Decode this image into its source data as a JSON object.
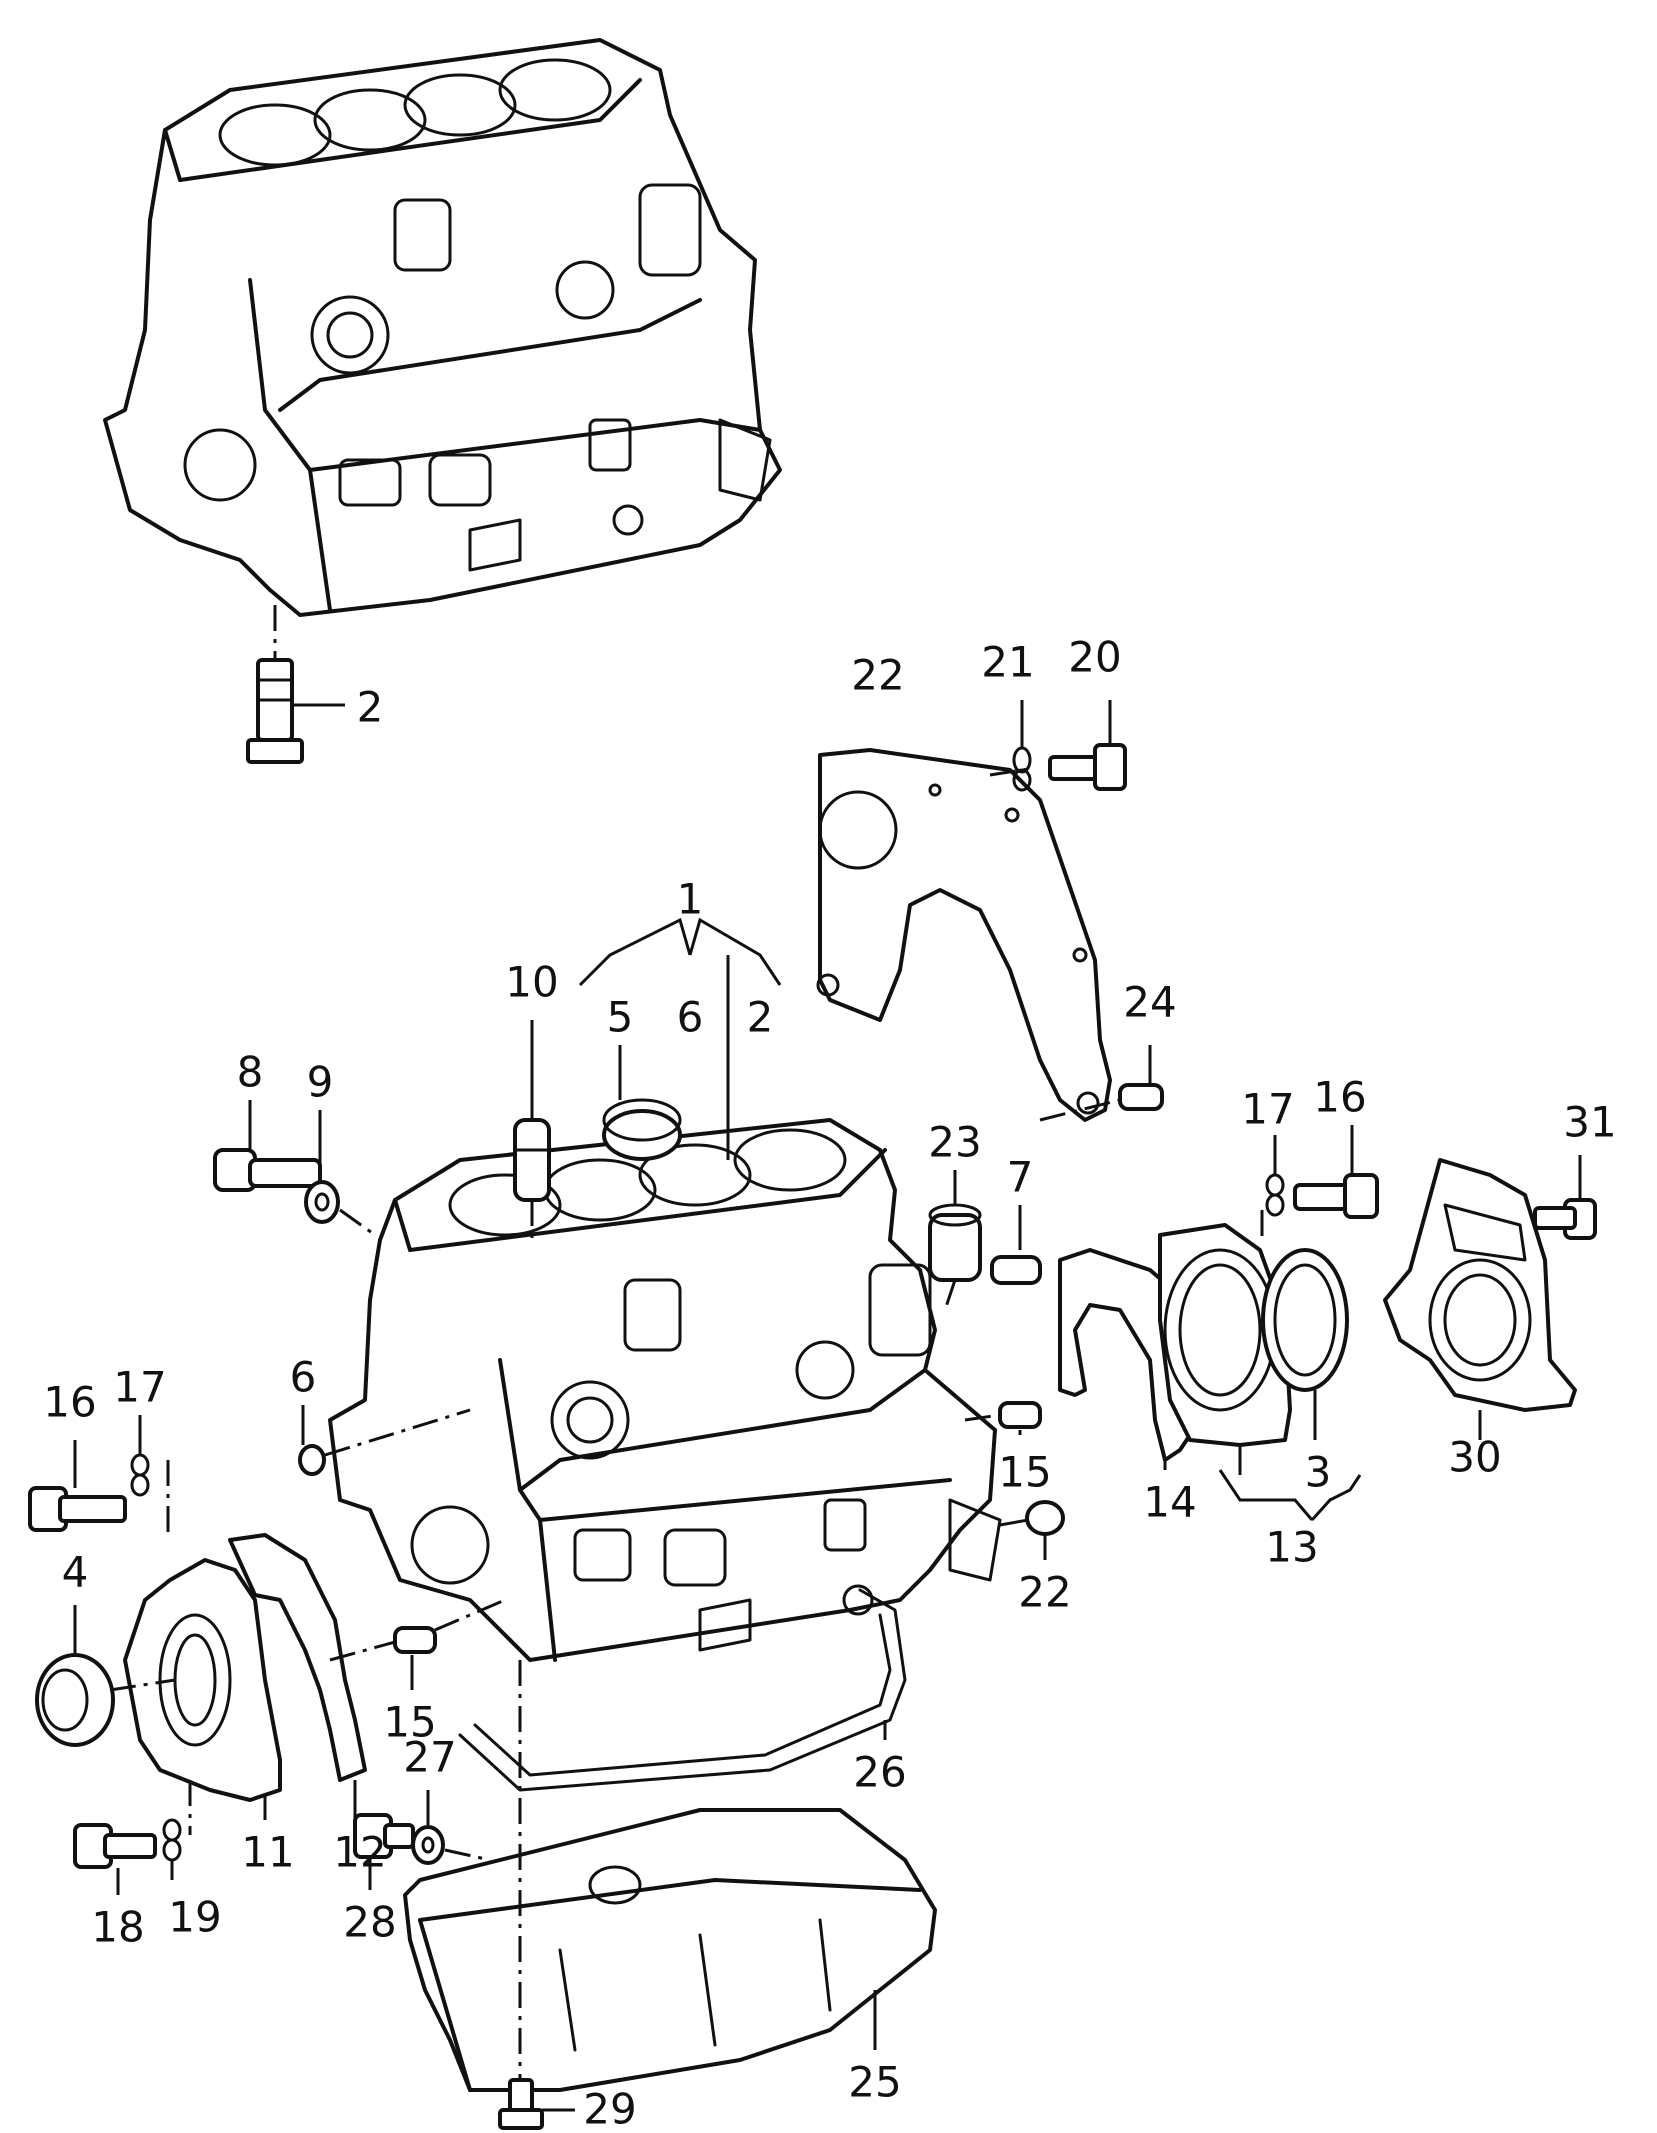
{
  "callouts": {
    "c1": "1",
    "c2_top": "2",
    "c2_group": "2",
    "c3": "3",
    "c4": "4",
    "c5": "5",
    "c6_group": "6",
    "c6": "6",
    "c7": "7",
    "c8": "8",
    "c9": "9",
    "c10": "10",
    "c11": "11",
    "c12": "12",
    "c13": "13",
    "c14": "14",
    "c15_left": "15",
    "c15_right": "15",
    "c16_left": "16",
    "c16_right": "16",
    "c17_left": "17",
    "c17_right": "17",
    "c18": "18",
    "c19": "19",
    "c20": "20",
    "c21": "21",
    "c22_top": "22",
    "c22_right": "22",
    "c23": "23",
    "c24": "24",
    "c25": "25",
    "c26": "26",
    "c27": "27",
    "c28": "28",
    "c29": "29",
    "c30": "30",
    "c31": "31"
  }
}
